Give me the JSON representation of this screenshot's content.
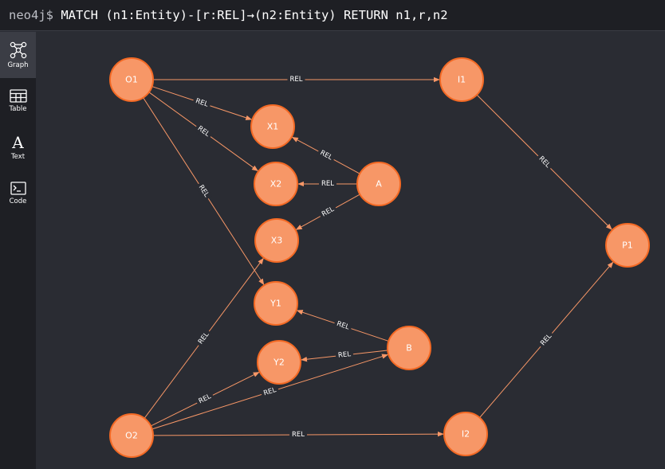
{
  "query": {
    "prompt": "neo4j$",
    "text": "MATCH (n1:Entity)-[r:REL]→(n2:Entity) RETURN n1,r,n2"
  },
  "sidebar": {
    "items": [
      {
        "label": "Graph",
        "icon": "graph-icon",
        "active": true
      },
      {
        "label": "Table",
        "icon": "table-icon",
        "active": false
      },
      {
        "label": "Text",
        "icon": "text-icon",
        "active": false
      },
      {
        "label": "Code",
        "icon": "code-icon",
        "active": false
      }
    ]
  },
  "colors": {
    "node_fill": "#f79767",
    "node_stroke": "#f36924",
    "edge": "#f79767",
    "canvas": "#2a2c33"
  },
  "graph": {
    "nodes": [
      {
        "id": "O1",
        "label": "O1"
      },
      {
        "id": "X1",
        "label": "X1"
      },
      {
        "id": "X2",
        "label": "X2"
      },
      {
        "id": "X3",
        "label": "X3"
      },
      {
        "id": "A",
        "label": "A"
      },
      {
        "id": "I1",
        "label": "I1"
      },
      {
        "id": "P1",
        "label": "P1"
      },
      {
        "id": "Y1",
        "label": "Y1"
      },
      {
        "id": "Y2",
        "label": "Y2"
      },
      {
        "id": "B",
        "label": "B"
      },
      {
        "id": "O2",
        "label": "O2"
      },
      {
        "id": "I2",
        "label": "I2"
      }
    ],
    "edges": [
      {
        "source": "O1",
        "target": "I1",
        "label": "REL"
      },
      {
        "source": "O1",
        "target": "X1",
        "label": "REL"
      },
      {
        "source": "O1",
        "target": "X2",
        "label": "REL"
      },
      {
        "source": "O1",
        "target": "Y1",
        "label": "REL"
      },
      {
        "source": "A",
        "target": "X1",
        "label": "REL"
      },
      {
        "source": "A",
        "target": "X2",
        "label": "REL"
      },
      {
        "source": "A",
        "target": "X3",
        "label": "REL"
      },
      {
        "source": "I1",
        "target": "P1",
        "label": "REL"
      },
      {
        "source": "B",
        "target": "Y1",
        "label": "REL"
      },
      {
        "source": "B",
        "target": "Y2",
        "label": "REL"
      },
      {
        "source": "O2",
        "target": "X3",
        "label": "REL"
      },
      {
        "source": "O2",
        "target": "Y2",
        "label": "REL"
      },
      {
        "source": "O2",
        "target": "B",
        "label": "REL"
      },
      {
        "source": "O2",
        "target": "I2",
        "label": "REL"
      },
      {
        "source": "I2",
        "target": "P1",
        "label": "REL"
      }
    ]
  }
}
